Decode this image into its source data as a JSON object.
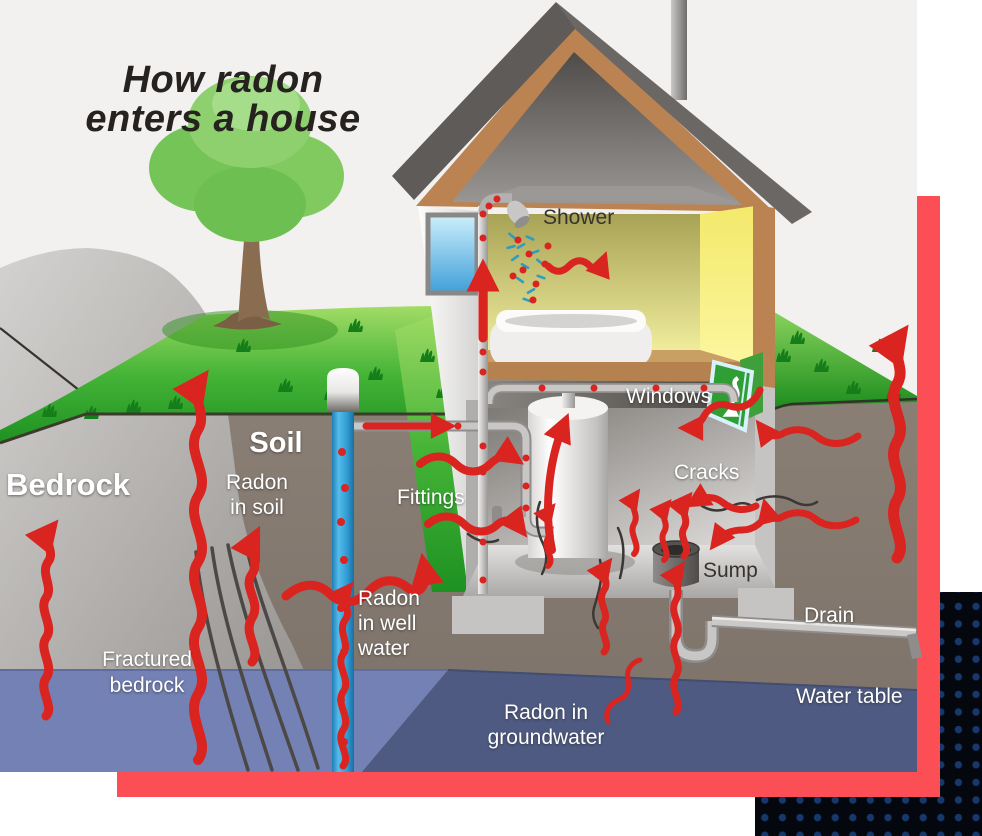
{
  "title": {
    "line1": "How radon",
    "line2": "enters a house"
  },
  "labels": {
    "shower": "Shower",
    "windows": "Windows",
    "cracks": "Cracks",
    "sump": "Sump",
    "drain": "Drain",
    "water_table": "Water table",
    "radon_groundwater_1": "Radon in",
    "radon_groundwater_2": "groundwater",
    "radon_well_1": "Radon",
    "radon_well_2": "in well",
    "radon_well_3": "water",
    "fittings": "Fittings",
    "soil": "Soil",
    "radon_soil_1": "Radon",
    "radon_soil_2": "in soil",
    "bedrock": "Bedrock",
    "fractured_1": "Fractured",
    "fractured_2": "bedrock"
  },
  "palette": {
    "arrow_red": "#d92420",
    "frame_red": "#fc4f55",
    "panel_black": "#04070d",
    "dot_navy": "#16386b",
    "canvas_gray": "#f2f1ef",
    "soil_brown": "#84796f",
    "bedrock_gray": "#a9a6a3",
    "grass_green": "#2da02c",
    "water_light": "#7381b4",
    "water_dark": "#4e5a81",
    "well_blue": "#2f9ad2",
    "trim_brown": "#bc8352",
    "roof_gray": "#5f5b59",
    "room_yellow": "#f6ee7e"
  }
}
